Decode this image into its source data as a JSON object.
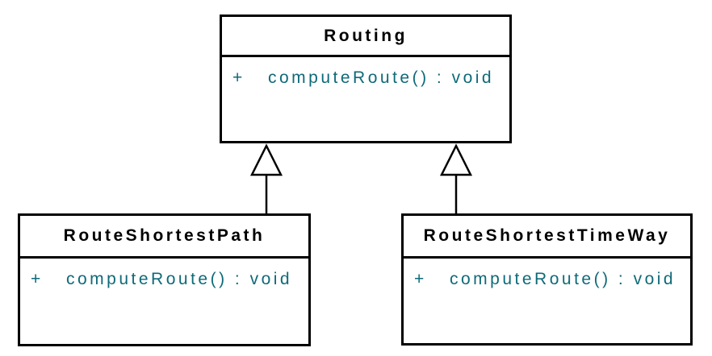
{
  "diagram": {
    "kind": "uml-class-diagram",
    "colors": {
      "line": "#000000",
      "fill": "#ffffff",
      "background": "#ffffff",
      "class_name_text": "#000000",
      "member_text": "#0e6a78"
    },
    "classes": [
      {
        "name": "Routing",
        "members": [
          {
            "visibility": "+",
            "signature": "computeRoute() : void"
          }
        ]
      },
      {
        "name": "RouteShortestPath",
        "members": [
          {
            "visibility": "+",
            "signature": "computeRoute() : void"
          }
        ]
      },
      {
        "name": "RouteShortestTimeWay",
        "members": [
          {
            "visibility": "+",
            "signature": "computeRoute() : void"
          }
        ]
      }
    ],
    "relationships": [
      {
        "type": "generalization",
        "from": "RouteShortestPath",
        "to": "Routing"
      },
      {
        "type": "generalization",
        "from": "RouteShortestTimeWay",
        "to": "Routing"
      }
    ]
  }
}
